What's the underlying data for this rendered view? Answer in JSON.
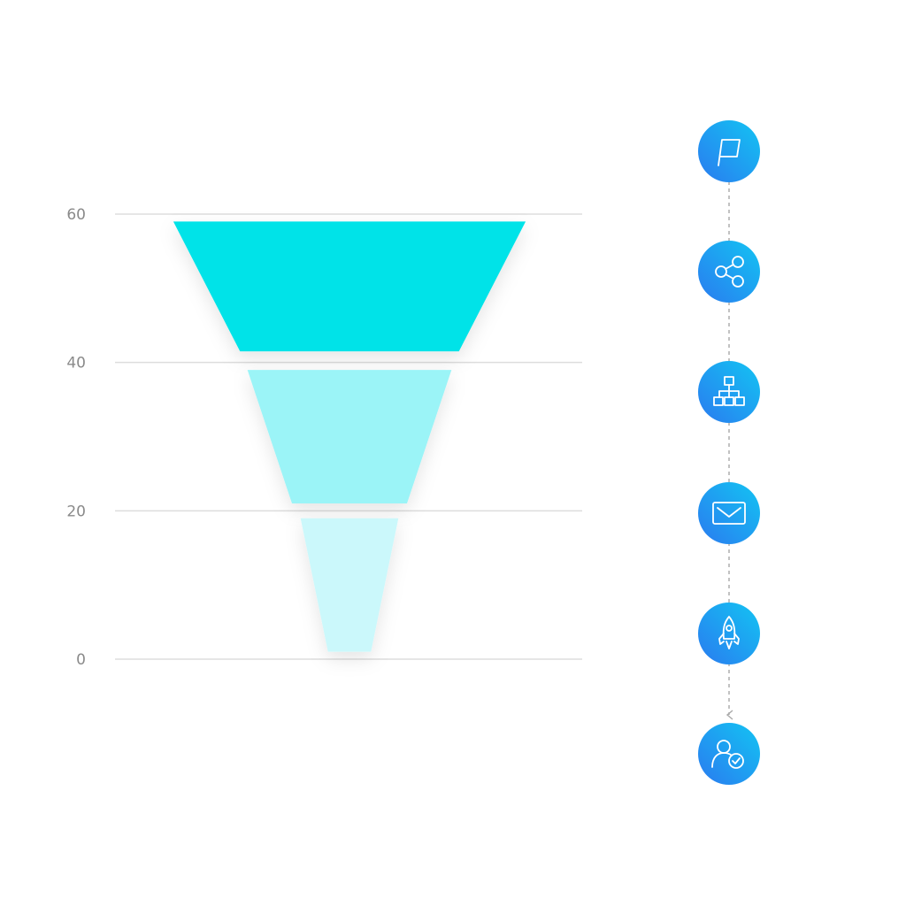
{
  "chart_data": {
    "type": "funnel",
    "yticks": [
      0,
      20,
      40,
      60
    ],
    "ylim": [
      0,
      60
    ],
    "stages": [
      {
        "y_top": 59,
        "y_bottom": 41.5,
        "width_top": 47.5,
        "width_bottom": 29.5
      },
      {
        "y_top": 39,
        "y_bottom": 21,
        "width_top": 27.5,
        "width_bottom": 15.5
      },
      {
        "y_top": 19,
        "y_bottom": 1,
        "width_top": 13.2,
        "width_bottom": 5.8
      }
    ],
    "stage_colors": [
      "#05e3e8",
      "#9bf4f7",
      "#cbf8fb"
    ],
    "grid": true
  },
  "steps": [
    {
      "icon": "flag-icon"
    },
    {
      "icon": "share-icon"
    },
    {
      "icon": "hierarchy-icon"
    },
    {
      "icon": "envelope-icon"
    },
    {
      "icon": "rocket-icon"
    },
    {
      "icon": "user-check-icon"
    }
  ],
  "colors": {
    "grid": "#dddddd",
    "step_gradient_start": "#2a7bf0",
    "step_gradient_end": "#13c4f2",
    "connector": "#a9a9a9"
  }
}
